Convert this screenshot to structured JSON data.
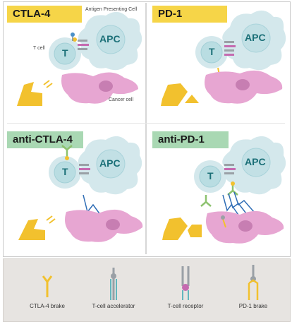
{
  "panels": {
    "ctla4": {
      "title": "CTLA-4",
      "apc_label": "Antigen Presenting Cell",
      "tcell_label": "T cell",
      "cancer_label": "Cancer cell"
    },
    "pd1": {
      "title": "PD-1"
    },
    "anti_ctla4": {
      "title": "anti-CTLA-4"
    },
    "anti_pd1": {
      "title": "anti-PD-1"
    }
  },
  "cell_text": {
    "t": "T",
    "apc": "APC"
  },
  "legend": {
    "items": [
      {
        "label": "CTLA-4 brake",
        "icon": "ctla4-brake-icon"
      },
      {
        "label": "T-cell accelerator",
        "icon": "tcell-accelerator-icon"
      },
      {
        "label": "T-cell receptor",
        "icon": "tcell-receptor-icon"
      },
      {
        "label": "PD-1 brake",
        "icon": "pd1-brake-icon"
      }
    ]
  },
  "colors": {
    "cell_fill": "#d4e8ec",
    "t_core": "#b9dde2",
    "cancer": "#e7a6d2",
    "yellow": "#f2c12e",
    "receptor_pink": "#c56ab0",
    "green_ab": "#8dc26f",
    "arrow": "#2f6db5",
    "badge_yellow": "#f6d548",
    "badge_green": "#a9d8b3"
  }
}
